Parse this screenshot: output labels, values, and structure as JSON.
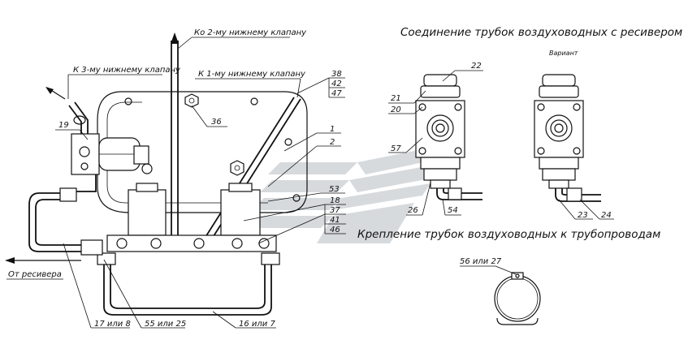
{
  "titles": {
    "connection": "Соединение трубок воздуховодных с ресивером",
    "mounting": "Крепление трубок воздуховодных к трубопроводам",
    "variant": "Вариант"
  },
  "directions": {
    "to_valve_2": "Ко 2-му нижнему клапану",
    "to_valve_3": "К 3-му нижнему клапану",
    "to_valve_1": "К 1-му нижнему клапану",
    "from_receiver": "От ресивера"
  },
  "callouts": {
    "c19": "19",
    "c36": "36",
    "c38": "38",
    "c42": "42",
    "c47": "47",
    "c1": "1",
    "c2": "2",
    "c53": "53",
    "c18": "18",
    "c37": "37",
    "c41": "41",
    "c46": "46",
    "c17_8": "17 или 8",
    "c55_25": "55 или 25",
    "c16_7": "16 или 7",
    "c22": "22",
    "c21": "21",
    "c20": "20",
    "c57": "57",
    "c26": "26",
    "c54": "54",
    "c23": "23",
    "c24": "24",
    "c56_27": "56 или 27"
  },
  "colors": {
    "line": "#111111",
    "watermark": "#c9cdd1",
    "background": "#ffffff"
  }
}
